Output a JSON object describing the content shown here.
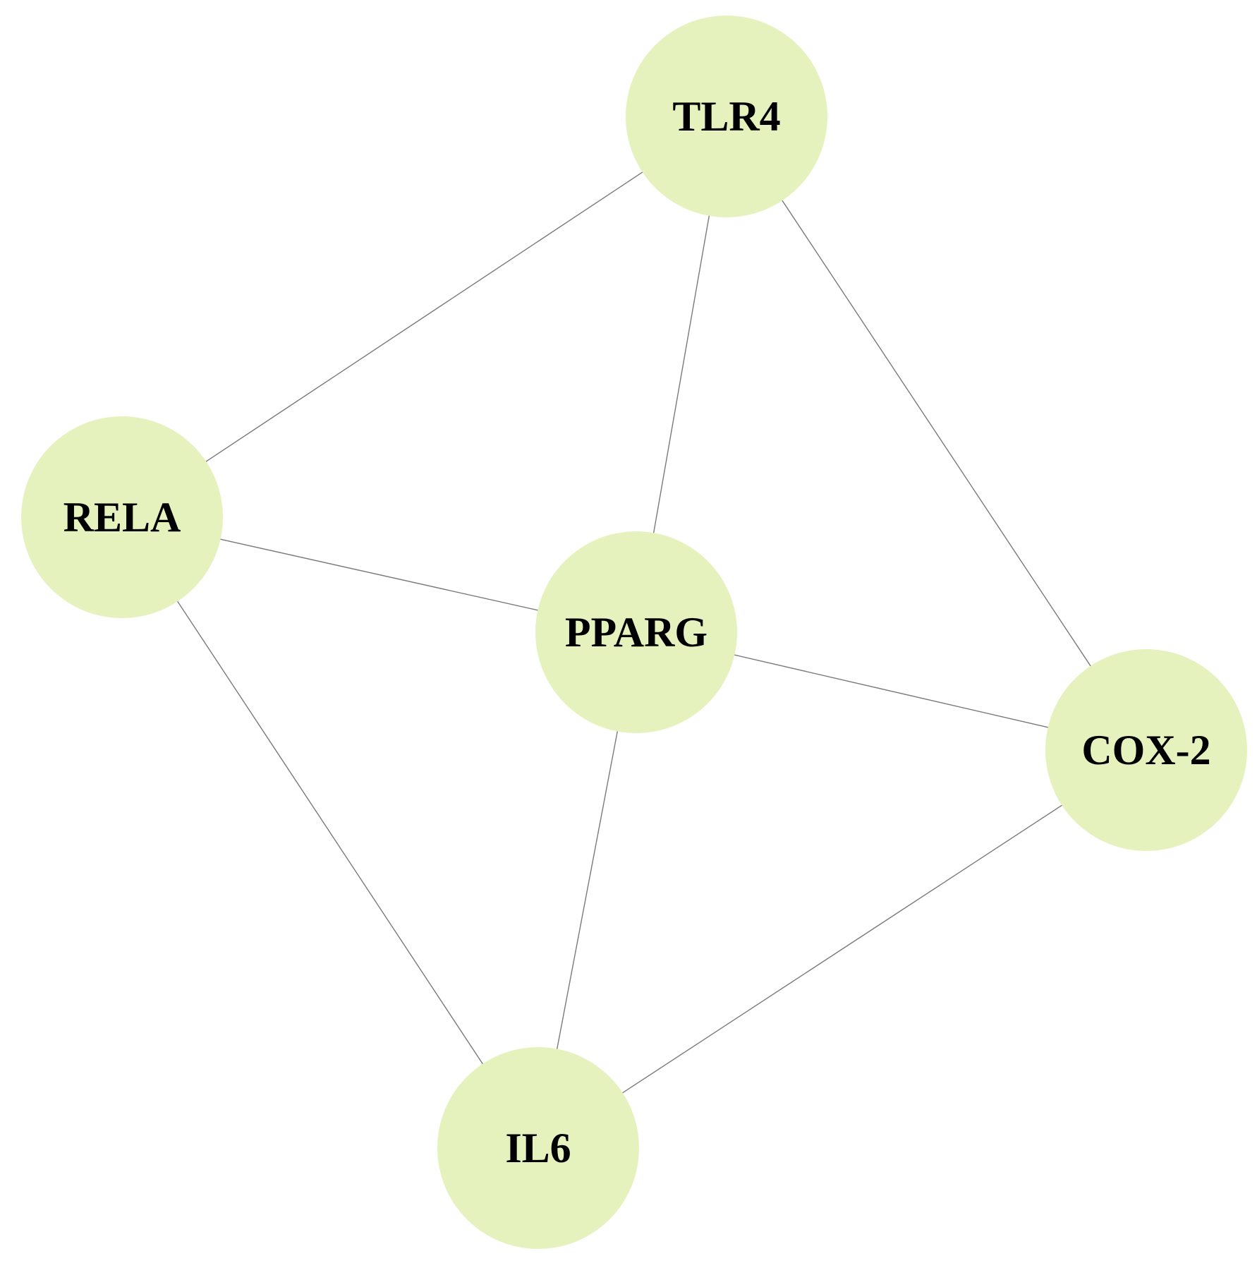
{
  "colors": {
    "node_fill": "#e5f2bd",
    "edge": "#7a7a7a",
    "background": "#ffffff",
    "label": "#000000"
  },
  "nodes": [
    {
      "id": "TLR4",
      "label": "TLR4"
    },
    {
      "id": "RELA",
      "label": "RELA"
    },
    {
      "id": "PPARG",
      "label": "PPARG"
    },
    {
      "id": "COX-2",
      "label": "COX-2"
    },
    {
      "id": "IL6",
      "label": "IL6"
    }
  ],
  "edges": [
    {
      "source": "TLR4",
      "target": "RELA"
    },
    {
      "source": "TLR4",
      "target": "PPARG"
    },
    {
      "source": "TLR4",
      "target": "COX-2"
    },
    {
      "source": "RELA",
      "target": "PPARG"
    },
    {
      "source": "RELA",
      "target": "IL6"
    },
    {
      "source": "PPARG",
      "target": "COX-2"
    },
    {
      "source": "PPARG",
      "target": "IL6"
    },
    {
      "source": "COX-2",
      "target": "IL6"
    }
  ]
}
